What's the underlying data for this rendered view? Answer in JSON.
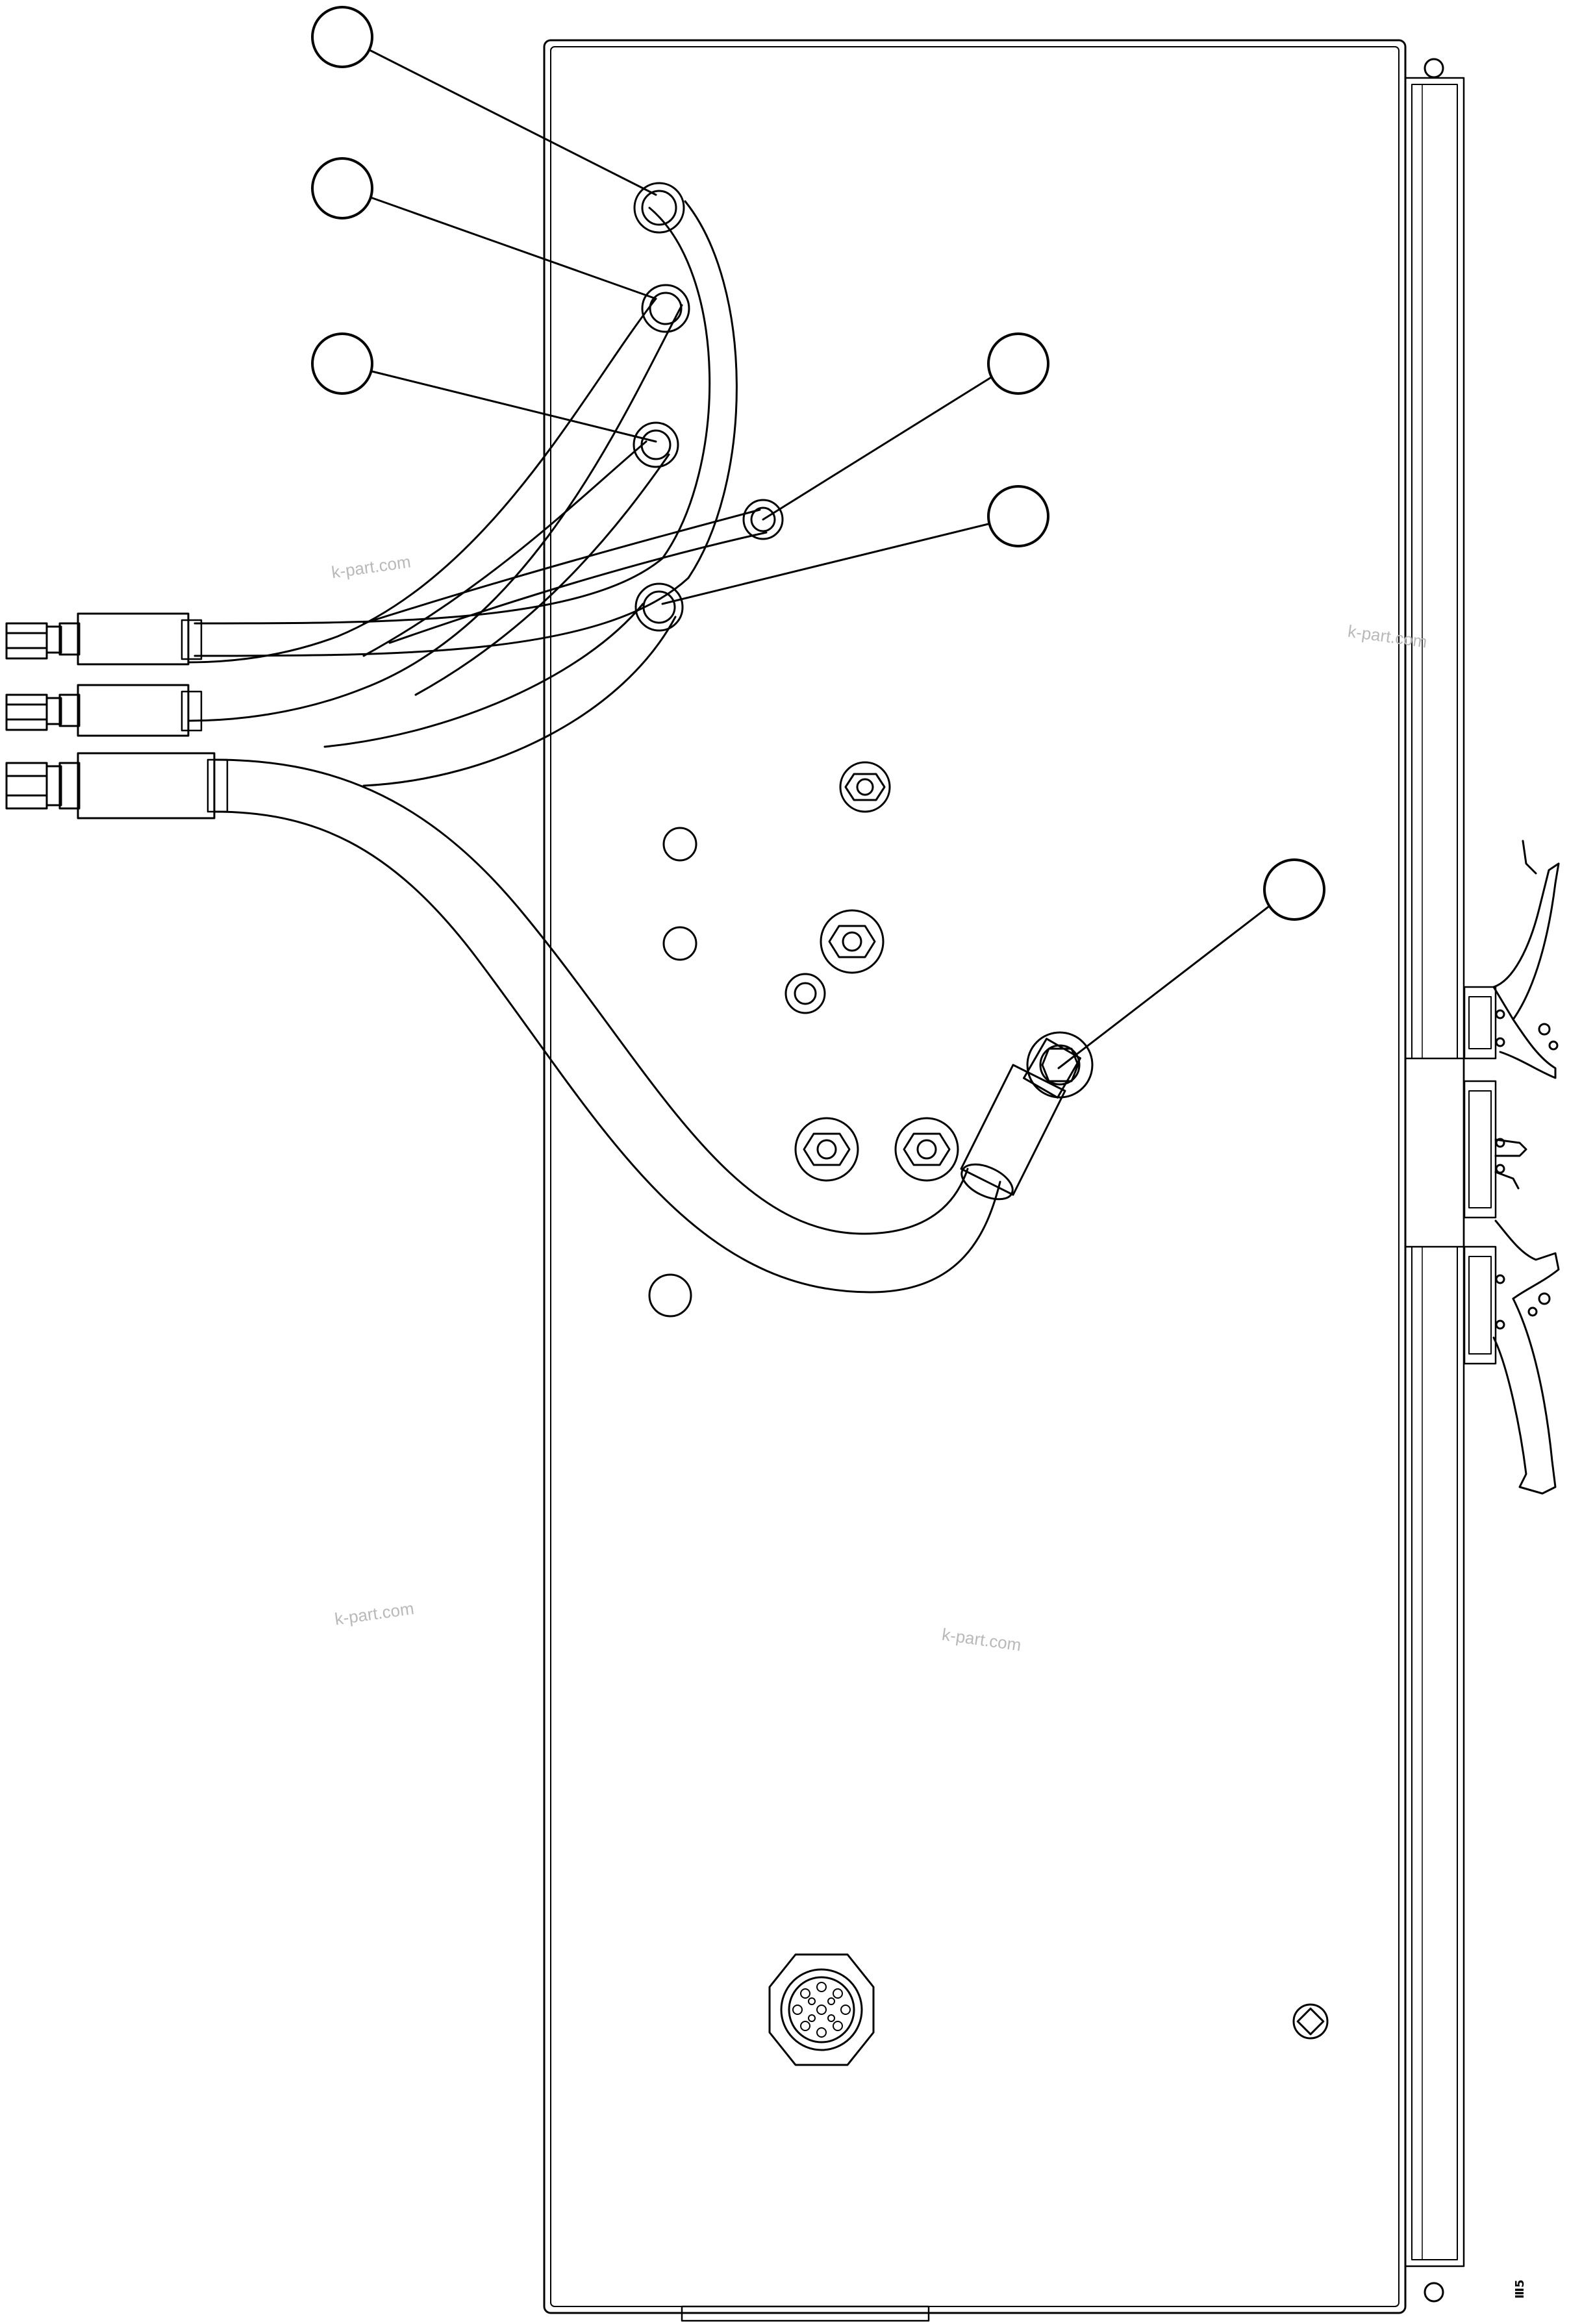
{
  "watermark": "k-part.com",
  "drawing_code": "Ⅲ5",
  "callouts": [
    {
      "id": "callout-1",
      "label": ""
    },
    {
      "id": "callout-2",
      "label": ""
    },
    {
      "id": "callout-3",
      "label": ""
    },
    {
      "id": "callout-4",
      "label": ""
    },
    {
      "id": "callout-5",
      "label": ""
    },
    {
      "id": "callout-6",
      "label": ""
    }
  ]
}
